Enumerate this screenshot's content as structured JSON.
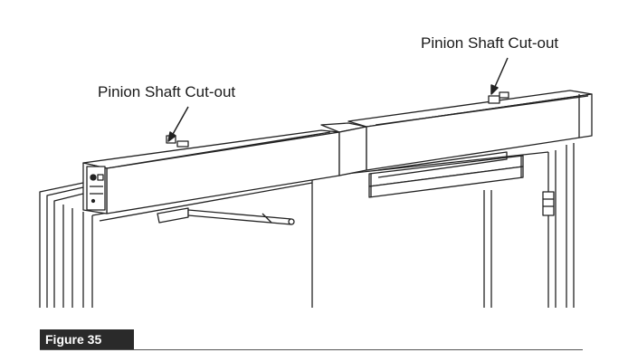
{
  "callouts": {
    "left": "Pinion Shaft Cut-out",
    "right": "Pinion Shaft Cut-out"
  },
  "figure_label": "Figure 35"
}
